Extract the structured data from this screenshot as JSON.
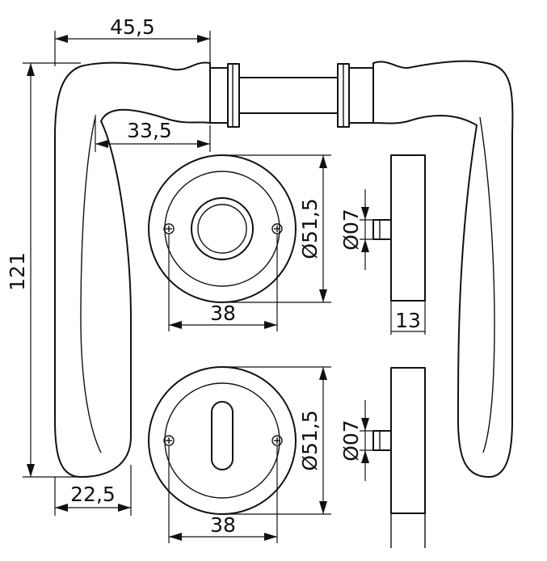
{
  "labels": {
    "handle_length": "45,5",
    "grip_length": "33,5",
    "height": "121",
    "base_width": "22,5",
    "rose_diameter_top": "Ø51,5",
    "spindle_top": "Ø07",
    "screw_spacing_top": "38",
    "rose_thickness": "13",
    "rose_diameter_bottom": "Ø51,5",
    "spindle_bottom": "Ø07",
    "screw_spacing_bottom": "38"
  }
}
